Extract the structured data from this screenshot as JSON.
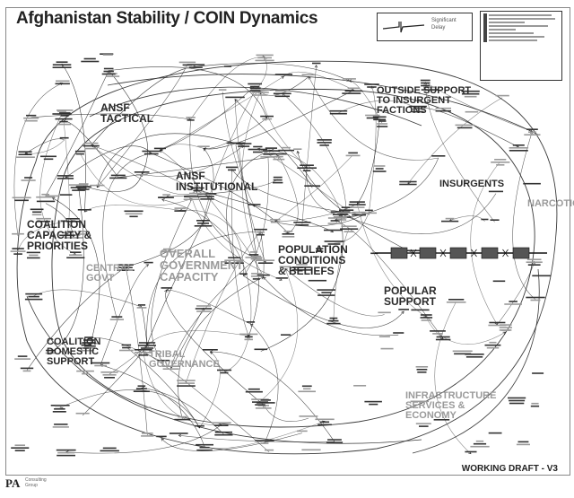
{
  "title": "Afghanistan Stability / COIN Dynamics",
  "legend": {
    "delay_label_1": "Significant",
    "delay_label_2": "Delay"
  },
  "sectors": {
    "ansf_tactical": "ANSF\nTACTICAL",
    "outside_support": "OUTSIDE SUPPORT\nTO INSURGENT\nFACTIONS",
    "ansf_institutional": "ANSF\nINSTITUTIONAL",
    "insurgents": "INSURGENTS",
    "narcotics": "NARCOTICS",
    "coalition_capacity": "COALITION\nCAPACITY &\nPRIORITIES",
    "overall_government": "OVERALL\nGOVERNMENT\nCAPACITY",
    "central_govt": "CENTRAL\nGOVT",
    "population_conditions": "POPULATION\nCONDITIONS\n& BELIEFS",
    "popular_support": "POPULAR\nSUPPORT",
    "coalition_domestic": "COALITION\nDOMESTIC\nSUPPORT",
    "tribal_governance": "TRIBAL\nGOVERNANCE",
    "infrastructure": "INFRASTRUCTURE\nSERVICES &\nECONOMY"
  },
  "footer": {
    "draft": "WORKING DRAFT - V3",
    "logo": "PA",
    "logo_sub_1": "Consulting",
    "logo_sub_2": "Group"
  }
}
